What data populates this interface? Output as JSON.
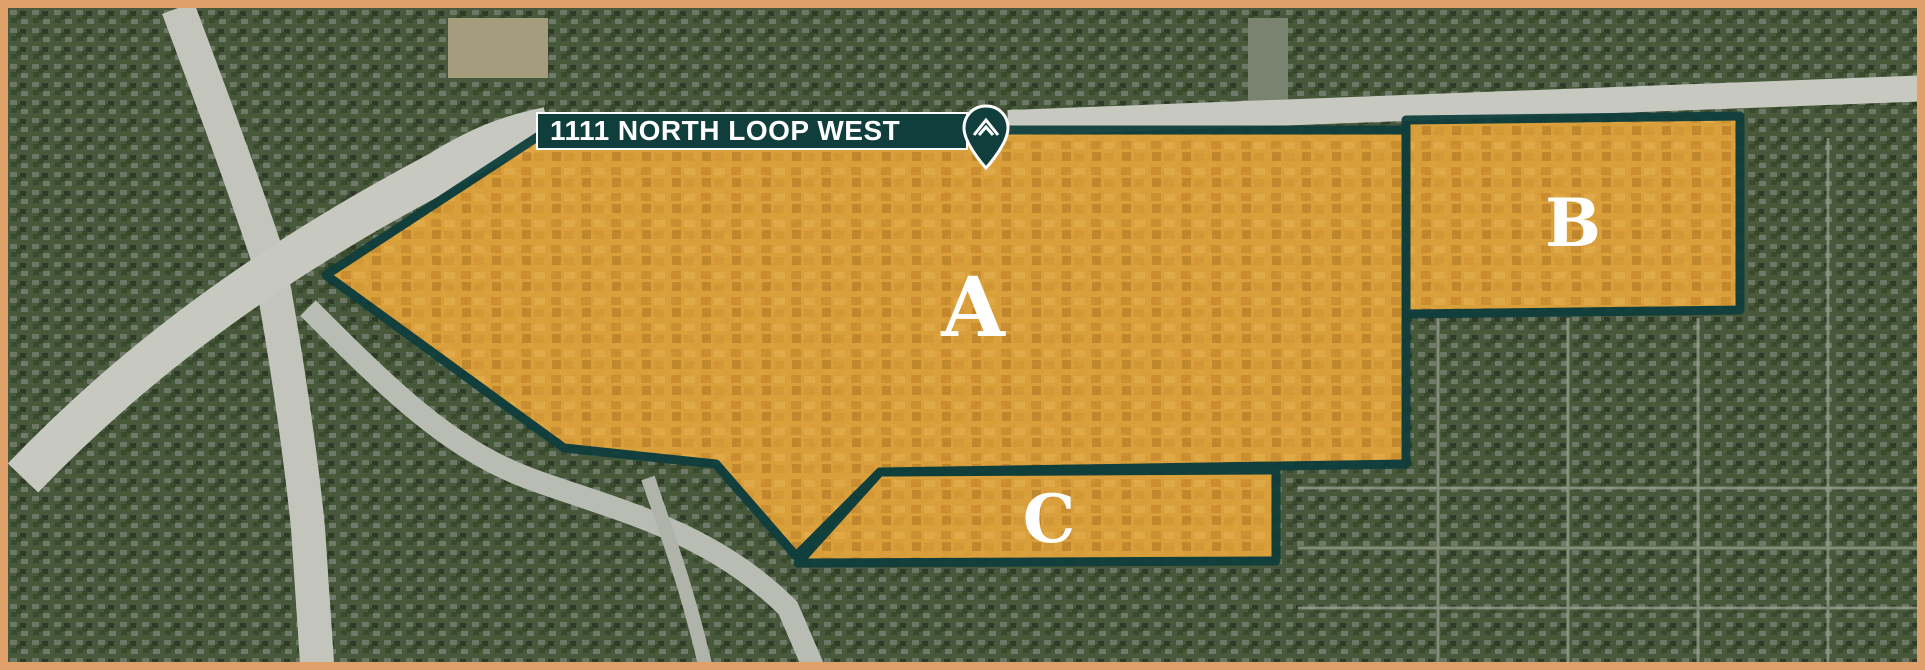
{
  "location_label": "1111 NORTH LOOP WEST",
  "zones": [
    {
      "id": "zone-a",
      "letter": "A"
    },
    {
      "id": "zone-b",
      "letter": "B"
    },
    {
      "id": "zone-c",
      "letter": "C"
    }
  ],
  "colors": {
    "frame_border": "#e0a069",
    "zone_fill": "#f5a623",
    "zone_outline": "#0f3e3c",
    "banner_bg": "#0f3e3c",
    "banner_text": "#ffffff",
    "zone_letter": "#ffffff"
  },
  "icons": {
    "location_pin": "map-pin-icon",
    "brand_logo": "chevron-logo-icon"
  }
}
